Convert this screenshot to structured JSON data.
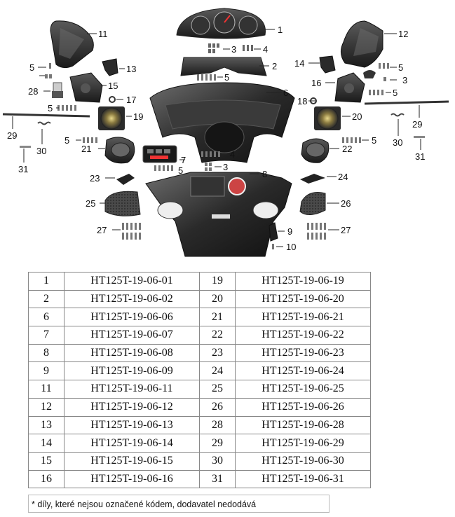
{
  "callouts": [
    "1",
    "2",
    "3",
    "4",
    "5",
    "6",
    "7",
    "8",
    "9",
    "10",
    "11",
    "12",
    "13",
    "14",
    "15",
    "16",
    "17",
    "18",
    "19",
    "20",
    "21",
    "22",
    "23",
    "24",
    "25",
    "26",
    "27",
    "28",
    "29",
    "30",
    "31"
  ],
  "parts_table": {
    "rows": [
      [
        {
          "num": "1",
          "code": "HT125T-19-06-01"
        },
        {
          "num": "19",
          "code": "HT125T-19-06-19"
        }
      ],
      [
        {
          "num": "2",
          "code": "HT125T-19-06-02"
        },
        {
          "num": "20",
          "code": "HT125T-19-06-20"
        }
      ],
      [
        {
          "num": "6",
          "code": "HT125T-19-06-06"
        },
        {
          "num": "21",
          "code": "HT125T-19-06-21"
        }
      ],
      [
        {
          "num": "7",
          "code": "HT125T-19-06-07"
        },
        {
          "num": "22",
          "code": "HT125T-19-06-22"
        }
      ],
      [
        {
          "num": "8",
          "code": "HT125T-19-06-08"
        },
        {
          "num": "23",
          "code": "HT125T-19-06-23"
        }
      ],
      [
        {
          "num": "9",
          "code": "HT125T-19-06-09"
        },
        {
          "num": "24",
          "code": "HT125T-19-06-24"
        }
      ],
      [
        {
          "num": "11",
          "code": "HT125T-19-06-11"
        },
        {
          "num": "25",
          "code": "HT125T-19-06-25"
        }
      ],
      [
        {
          "num": "12",
          "code": "HT125T-19-06-12"
        },
        {
          "num": "26",
          "code": "HT125T-19-06-26"
        }
      ],
      [
        {
          "num": "13",
          "code": "HT125T-19-06-13"
        },
        {
          "num": "28",
          "code": "HT125T-19-06-28"
        }
      ],
      [
        {
          "num": "14",
          "code": "HT125T-19-06-14"
        },
        {
          "num": "29",
          "code": "HT125T-19-06-29"
        }
      ],
      [
        {
          "num": "15",
          "code": "HT125T-19-06-15"
        },
        {
          "num": "30",
          "code": "HT125T-19-06-30"
        }
      ],
      [
        {
          "num": "16",
          "code": "HT125T-19-06-16"
        },
        {
          "num": "31",
          "code": "HT125T-19-06-31"
        }
      ]
    ]
  },
  "footnote": "* díly, které nejsou označené kódem, dodavatel nedodává"
}
